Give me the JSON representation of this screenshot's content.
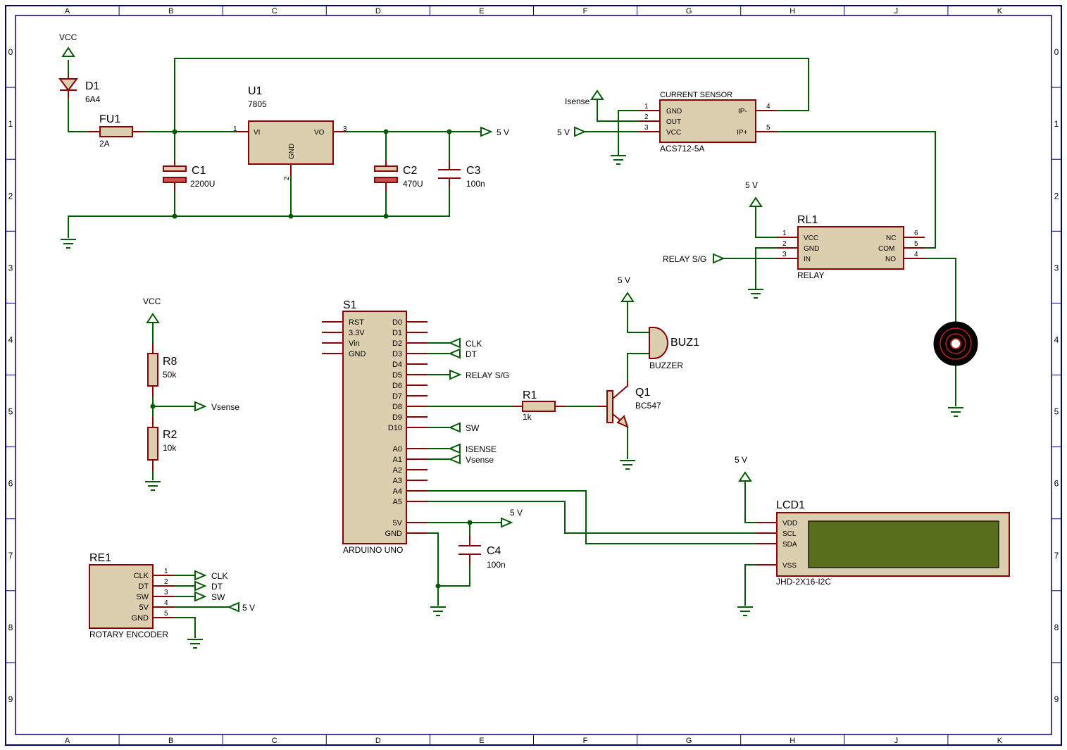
{
  "frame": {
    "columns": [
      "A",
      "B",
      "C",
      "D",
      "E",
      "F",
      "G",
      "H",
      "J",
      "K"
    ],
    "rows": [
      "0",
      "1",
      "2",
      "3",
      "4",
      "5",
      "6",
      "7",
      "8",
      "9"
    ]
  },
  "components": {
    "d1": {
      "ref": "D1",
      "value": "6A4",
      "net": "VCC"
    },
    "fu1": {
      "ref": "FU1",
      "value": "2A"
    },
    "c1": {
      "ref": "C1",
      "value": "2200U"
    },
    "u1": {
      "ref": "U1",
      "value": "7805",
      "pins": {
        "vi": "VI",
        "vo": "VO",
        "gnd": "GND"
      },
      "pin_numbers": {
        "vi": "1",
        "vo": "3",
        "gnd": "2"
      }
    },
    "c2": {
      "ref": "C2",
      "value": "470U"
    },
    "c3": {
      "ref": "C3",
      "value": "100n"
    },
    "five_v_net": "5 V",
    "acs": {
      "title": "CURRENT SENSOR",
      "value": "ACS712-5A",
      "left_pins": [
        "GND",
        "OUT",
        "VCC"
      ],
      "right_pins": [
        "IP-",
        "IP+"
      ],
      "left_numbers": [
        "1",
        "2",
        "3"
      ],
      "right_numbers": [
        "4",
        "5"
      ],
      "isense": "Isense",
      "supply": "5 V"
    },
    "rl1": {
      "ref": "RL1",
      "value": "RELAY",
      "left_pins": [
        "VCC",
        "GND",
        "IN"
      ],
      "right_pins": [
        "NC",
        "COM",
        "NO"
      ],
      "left_numbers": [
        "1",
        "2",
        "3"
      ],
      "right_numbers": [
        "6",
        "5",
        "4"
      ],
      "supply": "5 V",
      "input_net": "RELAY S/G"
    },
    "r8": {
      "ref": "R8",
      "value": "50k",
      "net_top": "VCC"
    },
    "r2": {
      "ref": "R2",
      "value": "10k"
    },
    "vsense_net": "Vsense",
    "s1": {
      "ref": "S1",
      "value": "ARDUINO UNO",
      "left_pins": [
        "RST",
        "3.3V",
        "Vin",
        "GND"
      ],
      "right_pins": [
        "D0",
        "D1",
        "D2",
        "D3",
        "D4",
        "D5",
        "D6",
        "D7",
        "D8",
        "D9",
        "D10",
        "A0",
        "A1",
        "A2",
        "A3",
        "A4",
        "A5",
        "5V",
        "GND"
      ],
      "nets": {
        "d2": "CLK",
        "d3": "DT",
        "d5": "RELAY S/G",
        "d10": "SW",
        "a0": "ISENSE",
        "a1": "Vsense",
        "five": "5 V"
      }
    },
    "c4": {
      "ref": "C4",
      "value": "100n"
    },
    "buz1": {
      "ref": "BUZ1",
      "value": "BUZZER",
      "supply": "5 V"
    },
    "r1": {
      "ref": "R1",
      "value": "1k"
    },
    "q1": {
      "ref": "Q1",
      "value": "BC547"
    },
    "lcd1": {
      "ref": "LCD1",
      "value": "JHD-2X16-I2C",
      "pins": [
        "VDD",
        "SCL",
        "SDA",
        "VSS"
      ],
      "supply": "5 V"
    },
    "re1": {
      "ref": "RE1",
      "value": "ROTARY ENCODER",
      "pins": [
        "CLK",
        "DT",
        "SW",
        "5V",
        "GND"
      ],
      "numbers": [
        "1",
        "2",
        "3",
        "4",
        "5"
      ],
      "nets": [
        "CLK",
        "DT",
        "SW",
        "5 V"
      ]
    }
  },
  "colors": {
    "wire": "#005a00",
    "pin": "#8b0000",
    "body": "#dccfb0",
    "frame": "#00006a",
    "lcd_screen": "#596e1c"
  }
}
